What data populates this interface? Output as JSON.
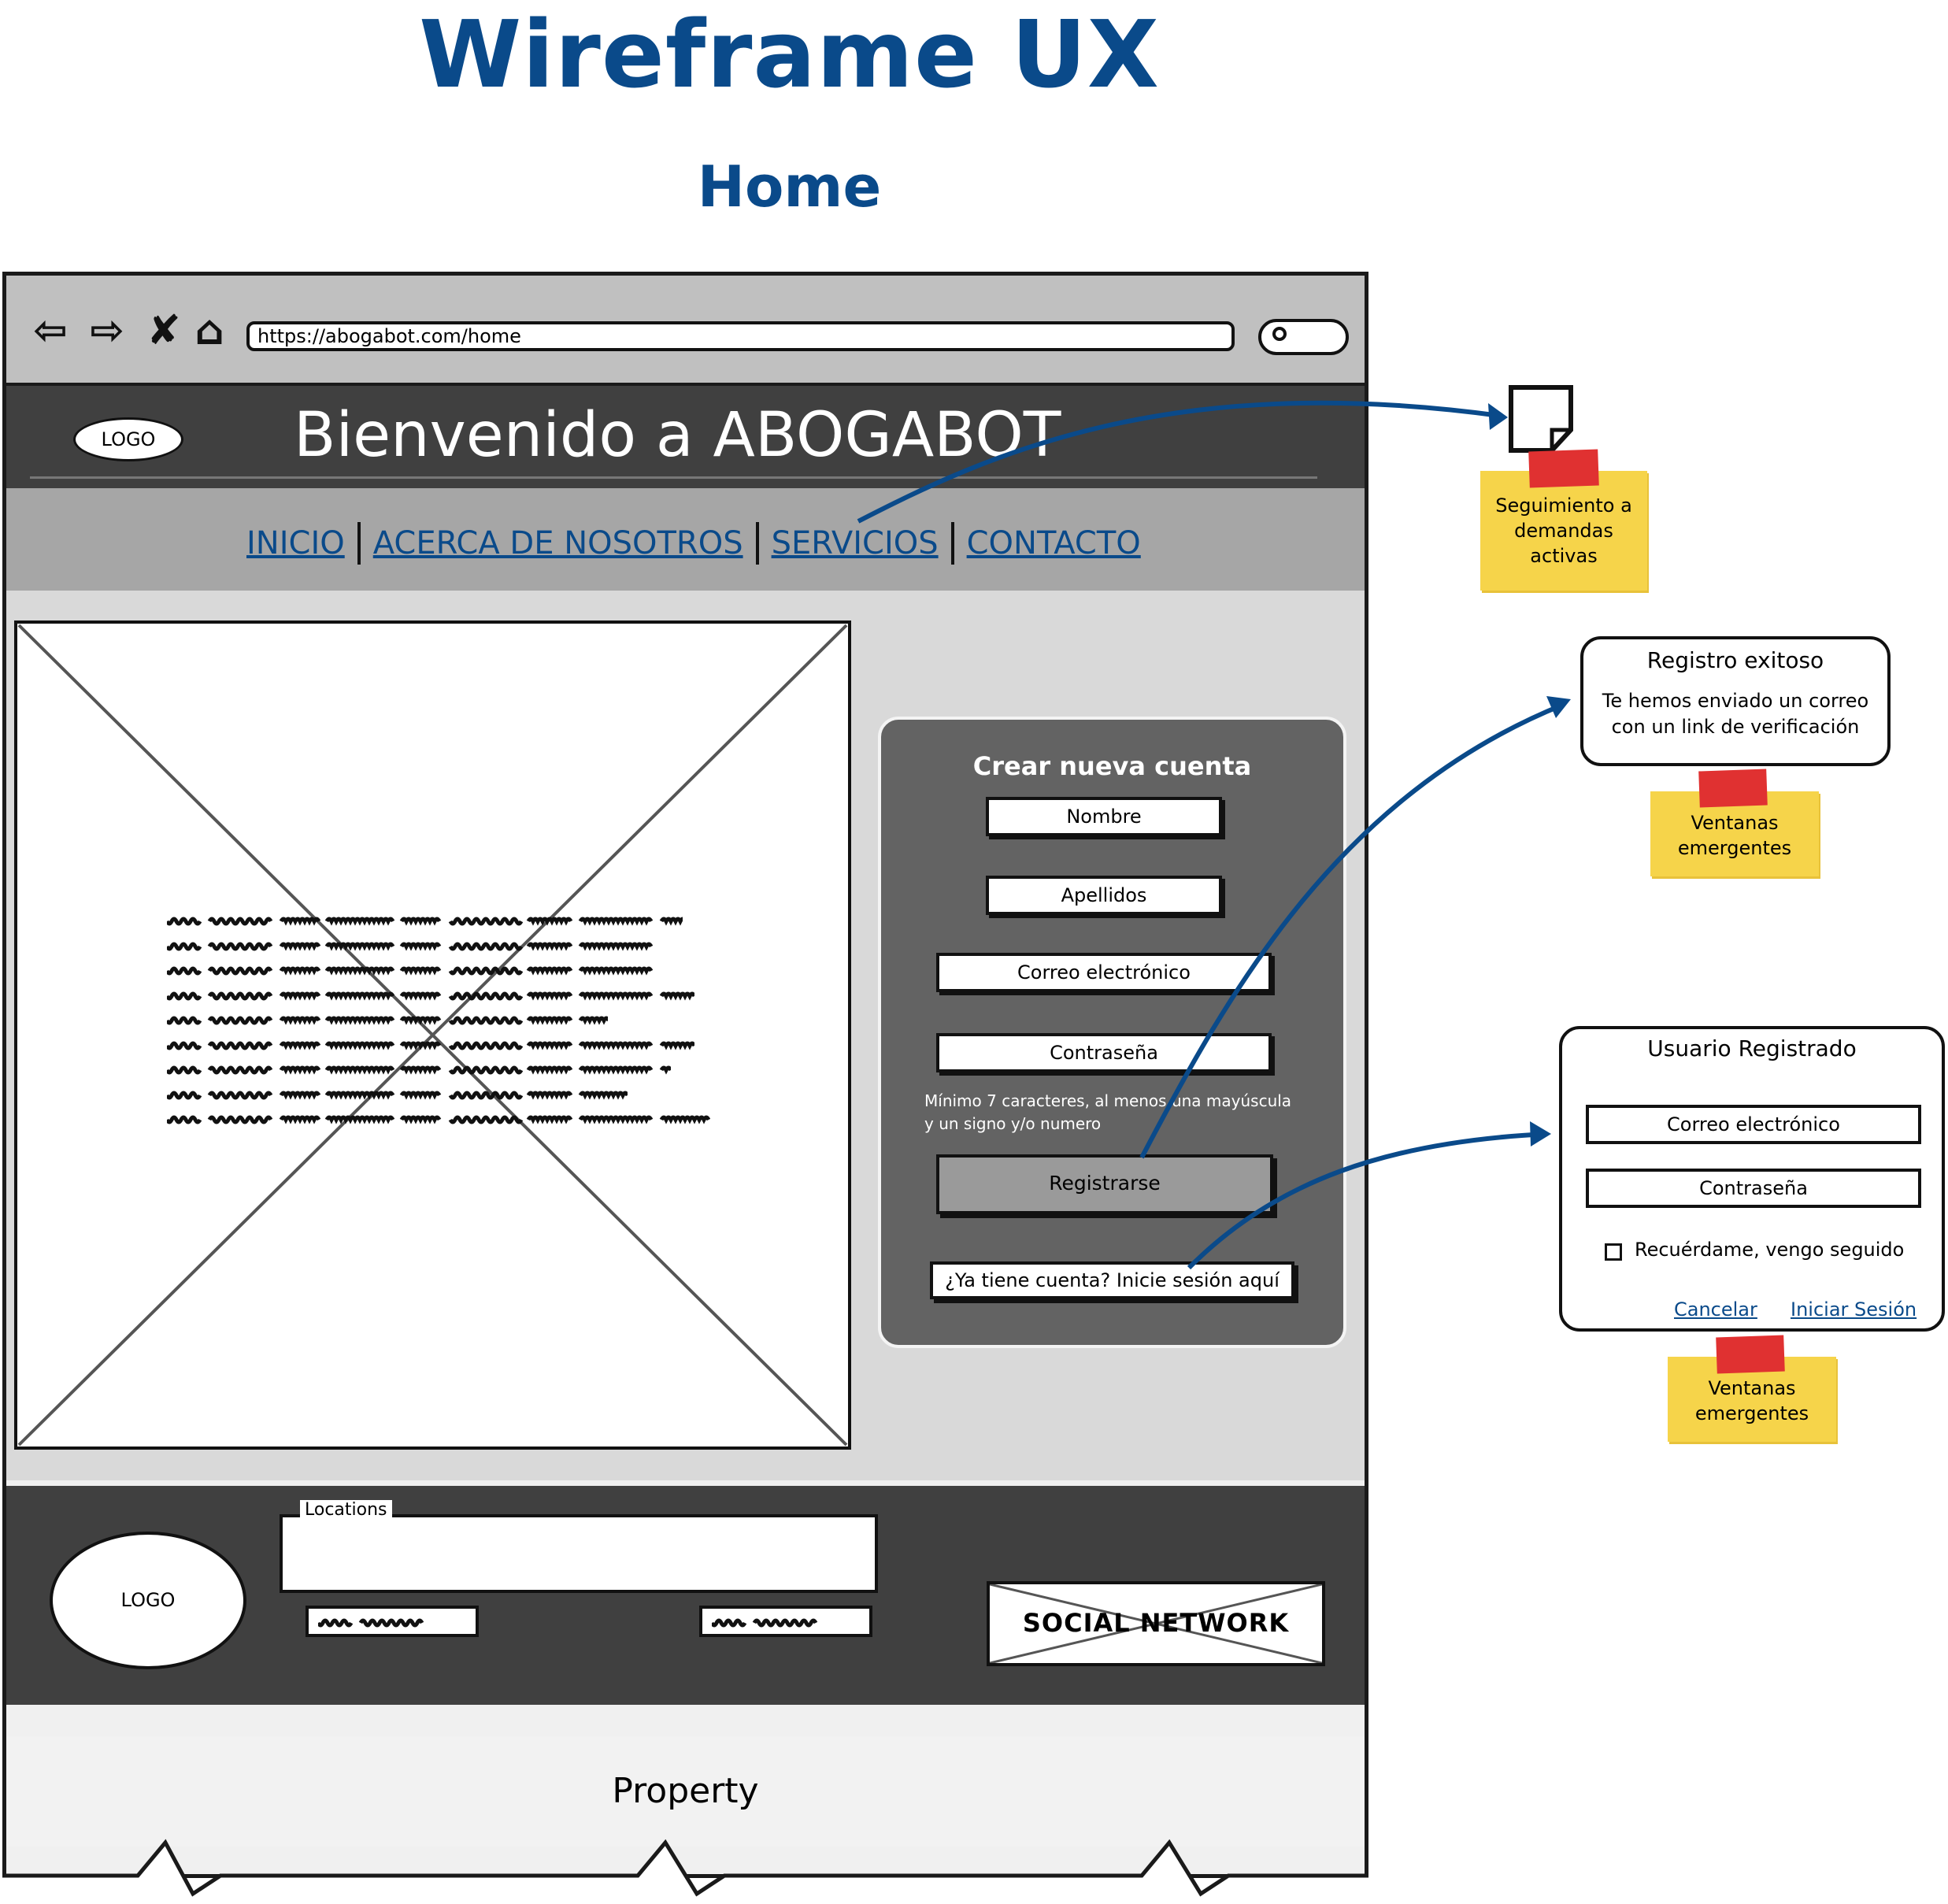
{
  "title": "Wireframe UX",
  "subtitle": "Home",
  "browser": {
    "url": "https://abogabot.com/home"
  },
  "header": {
    "logo": "LOGO",
    "welcome": "Bienvenido a ABOGABOT"
  },
  "nav": {
    "links": [
      "INICIO",
      "ACERCA DE NOSOTROS",
      "SERVICIOS",
      "CONTACTO"
    ]
  },
  "signup": {
    "title": "Crear nueva cuenta",
    "fields": [
      "Nombre",
      "Apellidos",
      "Correo electrónico",
      "Contraseña"
    ],
    "hint_line1": "Mínimo 7 caracteres, al menos una mayúscula",
    "hint_line2": "y un signo y/o numero",
    "register": "Registrarse",
    "login_link": "¿Ya tiene cuenta? Inicie sesión aquí"
  },
  "footer": {
    "logo": "LOGO",
    "locations": "Locations",
    "social": "SOCIAL NETWORK"
  },
  "property": "Property",
  "annotations": {
    "note_services": {
      "line1": "Seguimiento a",
      "line2": "demandas",
      "line3": "activas"
    },
    "popup_success": {
      "title": "Registro exitoso",
      "line1": "Te hemos enviado un correo",
      "line2": "con un link de verificación",
      "note_line1": "Ventanas",
      "note_line2": "emergentes"
    },
    "popup_login": {
      "title": "Usuario Registrado",
      "email": "Correo electrónico",
      "password": "Contraseña",
      "remember": "Recuérdame, vengo seguido",
      "cancel": "Cancelar",
      "login": "Iniciar Sesión",
      "note_line1": "Ventanas",
      "note_line2": "emergentes"
    }
  },
  "colors": {
    "accent": "#0a4a8a",
    "dark_band": "#404040",
    "sticky": "#f6d44a",
    "tape": "#e03131"
  }
}
